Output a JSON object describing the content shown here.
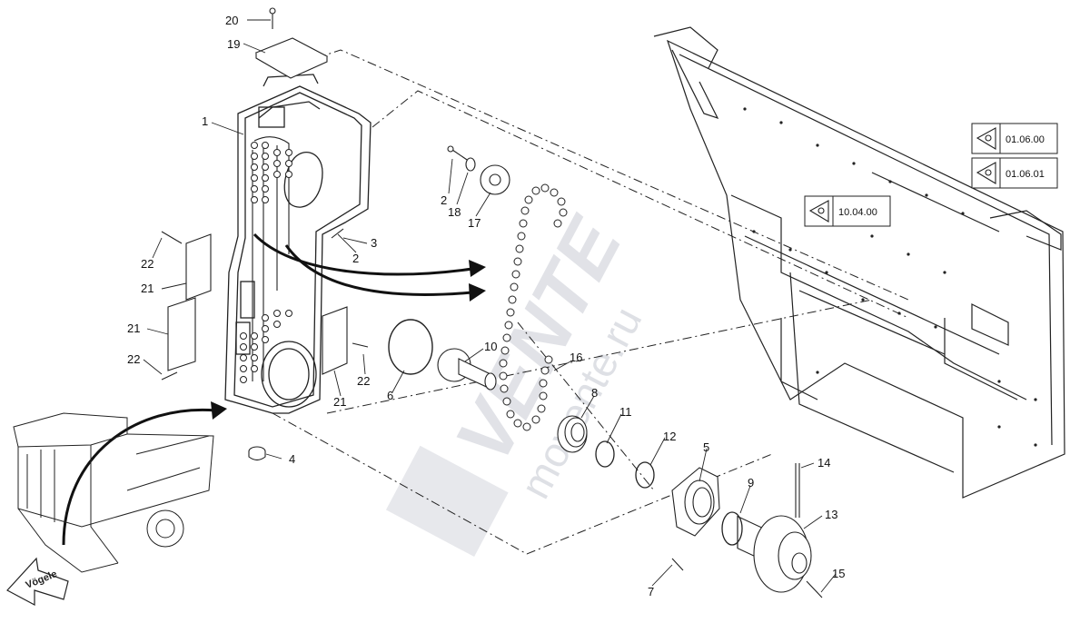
{
  "part_labels": [
    {
      "id": "p20",
      "text": "20"
    },
    {
      "id": "p19",
      "text": "19"
    },
    {
      "id": "p1",
      "text": "1"
    },
    {
      "id": "p2a",
      "text": "2"
    },
    {
      "id": "p18",
      "text": "18"
    },
    {
      "id": "p17",
      "text": "17"
    },
    {
      "id": "p3",
      "text": "3"
    },
    {
      "id": "p2b",
      "text": "2"
    },
    {
      "id": "p22a",
      "text": "22"
    },
    {
      "id": "p21a",
      "text": "21"
    },
    {
      "id": "p21b",
      "text": "21"
    },
    {
      "id": "p22b",
      "text": "22"
    },
    {
      "id": "p10",
      "text": "10"
    },
    {
      "id": "p16",
      "text": "16"
    },
    {
      "id": "p6",
      "text": "6"
    },
    {
      "id": "p22c",
      "text": "22"
    },
    {
      "id": "p21c",
      "text": "21"
    },
    {
      "id": "p8",
      "text": "8"
    },
    {
      "id": "p11",
      "text": "11"
    },
    {
      "id": "p4",
      "text": "4"
    },
    {
      "id": "p12",
      "text": "12"
    },
    {
      "id": "p5",
      "text": "5"
    },
    {
      "id": "p14",
      "text": "14"
    },
    {
      "id": "p9",
      "text": "9"
    },
    {
      "id": "p13",
      "text": "13"
    },
    {
      "id": "p7",
      "text": "7"
    },
    {
      "id": "p15",
      "text": "15"
    }
  ],
  "references": [
    {
      "text": "01.06.00"
    },
    {
      "text": "01.06.01"
    },
    {
      "text": "10.04.00"
    }
  ],
  "watermark": {
    "brand": "VENTE",
    "domain": "movente.ru"
  },
  "machine": {
    "brand_arrow": "Vögele"
  }
}
